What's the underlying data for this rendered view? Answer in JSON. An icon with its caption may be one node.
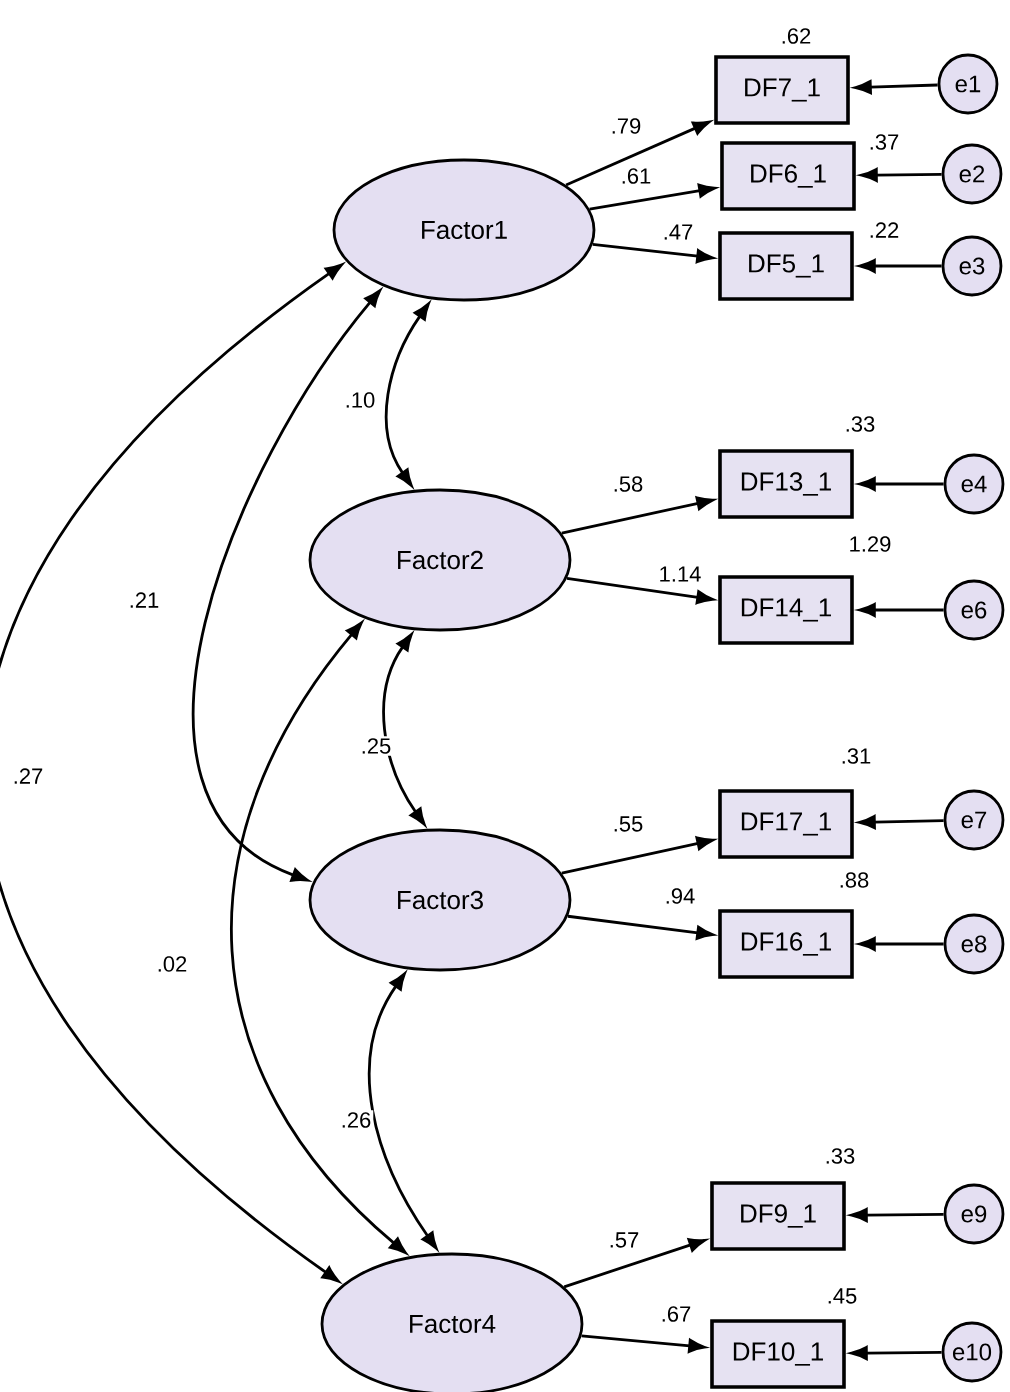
{
  "diagram": {
    "nodes": [
      {
        "text": [
          "Factor1"
        ]
      },
      {
        "text": [
          "Factor2"
        ]
      },
      {
        "text": [
          "Factor3"
        ]
      },
      {
        "text": [
          "Factor4"
        ]
      },
      {
        "text": [
          "DF7_1"
        ],
        "beside": [
          ".62"
        ]
      },
      {
        "text": [
          "DF6_1"
        ],
        "beside": [
          ".37"
        ]
      },
      {
        "text": [
          "DF5_1"
        ],
        "beside": [
          ".22"
        ]
      },
      {
        "text": [
          "DF13_1"
        ],
        "beside": [
          ".33"
        ]
      },
      {
        "text": [
          "DF14_1"
        ],
        "beside": [
          "1.29"
        ]
      },
      {
        "text": [
          "DF17_1"
        ],
        "beside": [
          ".31"
        ]
      },
      {
        "text": [
          "DF16_1"
        ],
        "beside": [
          ".88"
        ]
      },
      {
        "text": [
          "DF9_1"
        ],
        "beside": [
          ".33"
        ]
      },
      {
        "text": [
          "DF10_1"
        ],
        "beside": [
          ".45"
        ]
      },
      {
        "text": [
          "e1"
        ]
      },
      {
        "text": [
          "e2"
        ]
      },
      {
        "text": [
          "e3"
        ]
      },
      {
        "text": [
          "e4"
        ]
      },
      {
        "text": [
          "e6"
        ]
      },
      {
        "text": [
          "e7"
        ]
      },
      {
        "text": [
          "e8"
        ]
      },
      {
        "text": [
          "e9"
        ]
      },
      {
        "text": [
          "e10"
        ]
      }
    ],
    "edges": [
      {
        "from": 0,
        "to": 4,
        "arrow": "to",
        "label": ".79"
      },
      {
        "from": 0,
        "to": 5,
        "arrow": "to",
        "label": ".61"
      },
      {
        "from": 0,
        "to": 6,
        "arrow": "to",
        "label": ".47"
      },
      {
        "from": 1,
        "to": 7,
        "arrow": "to",
        "label": ".58"
      },
      {
        "from": 1,
        "to": 8,
        "arrow": "to",
        "label": "1.14"
      },
      {
        "from": 2,
        "to": 9,
        "arrow": "to",
        "label": ".55"
      },
      {
        "from": 2,
        "to": 10,
        "arrow": "to",
        "label": ".94"
      },
      {
        "from": 3,
        "to": 11,
        "arrow": "to",
        "label": ".57"
      },
      {
        "from": 3,
        "to": 12,
        "arrow": "to",
        "label": ".67"
      },
      {
        "from": 13,
        "to": 4,
        "arrow": "to"
      },
      {
        "from": 14,
        "to": 5,
        "arrow": "to"
      },
      {
        "from": 15,
        "to": 6,
        "arrow": "to"
      },
      {
        "from": 16,
        "to": 7,
        "arrow": "to"
      },
      {
        "from": 17,
        "to": 8,
        "arrow": "to"
      },
      {
        "from": 18,
        "to": 9,
        "arrow": "to"
      },
      {
        "from": 19,
        "to": 10,
        "arrow": "to"
      },
      {
        "from": 20,
        "to": 11,
        "arrow": "to"
      },
      {
        "from": 21,
        "to": 12,
        "arrow": "to"
      },
      {
        "from": 0,
        "to": 1,
        "arrow": "both",
        "label": ".10"
      },
      {
        "from": 1,
        "to": 2,
        "arrow": "both",
        "label": ".25"
      },
      {
        "from": 2,
        "to": 3,
        "arrow": "both",
        "label": ".26"
      },
      {
        "from": 0,
        "to": 2,
        "arrow": "both",
        "label": ".21"
      },
      {
        "from": 1,
        "to": 3,
        "arrow": "both",
        "label": ".02"
      },
      {
        "from": 0,
        "to": 3,
        "arrow": "both",
        "label": ".27"
      }
    ]
  }
}
